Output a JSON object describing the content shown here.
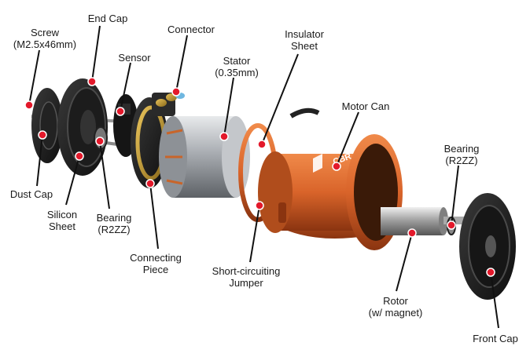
{
  "labels": {
    "screw": "Screw\n(M2.5x46mm)",
    "end_cap": "End Cap",
    "connector": "Connector",
    "sensor": "Sensor",
    "stator": "Stator\n(0.35mm)",
    "insulator_sheet": "Insulator\nSheet",
    "motor_can": "Motor Can",
    "bearing_rear": "Bearing\n(R2ZZ)",
    "bearing_front": "Bearing\n(R2ZZ)",
    "dust_cap": "Dust Cap",
    "silicon_sheet": "Silicon\nSheet",
    "connecting_piece": "Connecting\nPiece",
    "short_circuiting_jumper": "Short-circuiting\nJumper",
    "rotor": "Rotor\n(w/ magnet)",
    "front_cap": "Front Cap"
  },
  "can_logo": "CBR",
  "colors": {
    "marker": "#e3192b",
    "copper": "#d9642a",
    "leader_line": "#111111",
    "metal": "#b9bcc0"
  }
}
